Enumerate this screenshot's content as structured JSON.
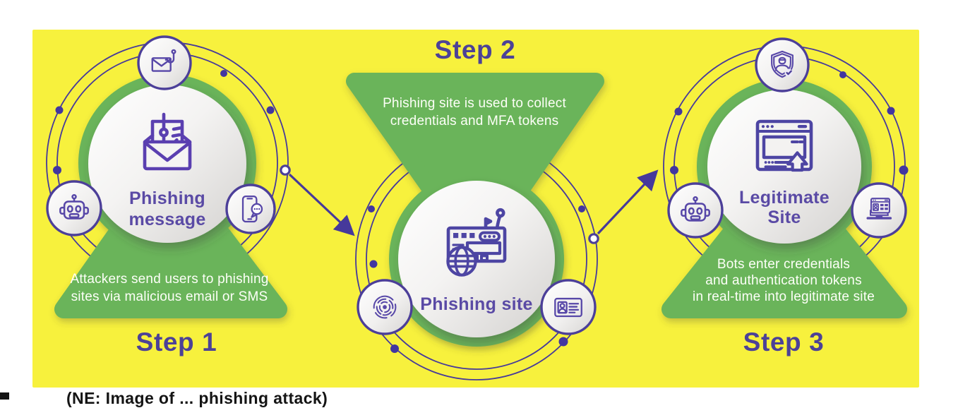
{
  "palette": {
    "background": "#FFFFFF",
    "canvas_yellow": "#F7F13D",
    "green": "#6BB45A",
    "purple": "#4C4197",
    "label_violet": "#5A4AA5",
    "icon_violet": "#5A43B0",
    "text_white": "#FDFFF8"
  },
  "caption": "(NE: Image of ... phishing attack)",
  "steps": [
    {
      "title": "Step 1",
      "label": [
        "Phishing",
        "message"
      ],
      "description": [
        "Attackers send users to phishing",
        "sites via malicious email or SMS"
      ],
      "main_icon": "phishing-message-icon",
      "satellite_icons": [
        "email-hook-icon",
        "robot-icon",
        "smartphone-chat-icon"
      ]
    },
    {
      "title": "Step 2",
      "label": [
        "Phishing site"
      ],
      "description": [
        "Phishing site is used to collect",
        "credentials and MFA tokens"
      ],
      "main_icon": "phishing-site-icon",
      "satellite_icons": [
        "vortex-icon",
        "id-card-icon"
      ]
    },
    {
      "title": "Step 3",
      "label": [
        "Legitimate",
        "Site"
      ],
      "description": [
        "Bots enter credentials",
        "and authentication tokens",
        "in real-time into legitimate site"
      ],
      "main_icon": "legitimate-site-icon",
      "satellite_icons": [
        "shield-user-icon",
        "robot-icon",
        "laptop-id-icon"
      ]
    }
  ]
}
